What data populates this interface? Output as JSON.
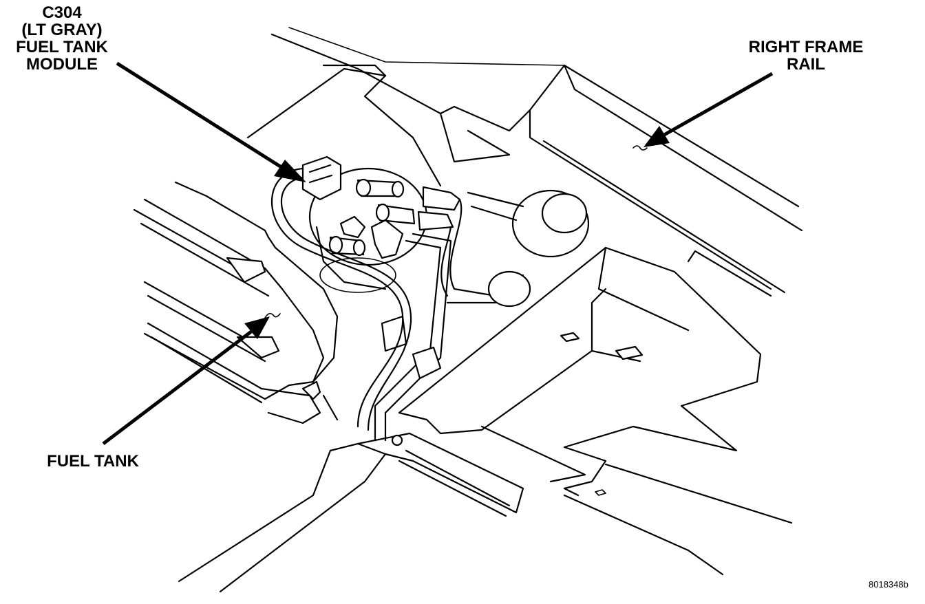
{
  "labels": {
    "connector_line1": "C304",
    "connector_line2": "(LT GRAY)",
    "connector_line3": "FUEL TANK",
    "connector_line4": "MODULE",
    "frame_rail_line1": "RIGHT FRAME",
    "frame_rail_line2": "RAIL",
    "fuel_tank": "FUEL TANK"
  },
  "figure_id": "8018348b"
}
